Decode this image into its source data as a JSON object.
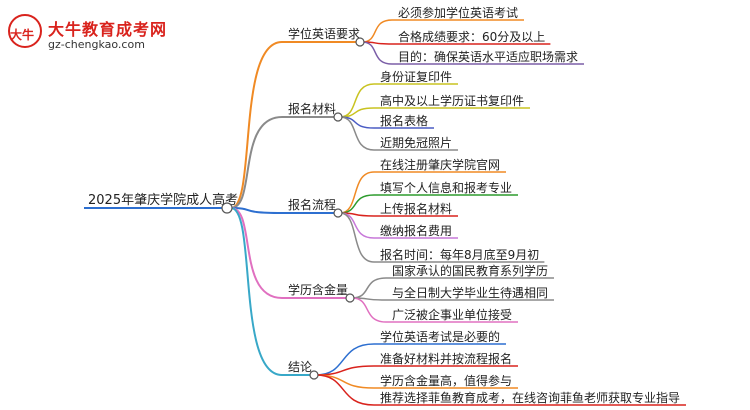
{
  "logo": {
    "title": "大牛教育成考网",
    "url": "gz-chengkao.com",
    "mark_text": "大牛"
  },
  "root": {
    "label": "2025年肇庆学院成人高考"
  },
  "branches": [
    {
      "label": "学位英语要求",
      "color": "#f08a24",
      "children": [
        {
          "label": "必须参加学位英语考试",
          "color": "#f08a24"
        },
        {
          "label": "合格成绩要求：60分及以上",
          "color": "#d9231d"
        },
        {
          "label": "目的：确保英语水平适应职场需求",
          "color": "#7b5ea7"
        }
      ]
    },
    {
      "label": "报名材料",
      "color": "#8a8a8a",
      "children": [
        {
          "label": "身份证复印件",
          "color": "#c9c321"
        },
        {
          "label": "高中及以上学历证书复印件",
          "color": "#c9c321"
        },
        {
          "label": "报名表格",
          "color": "#4a5cc4"
        },
        {
          "label": "近期免冠照片",
          "color": "#8a8a8a"
        }
      ]
    },
    {
      "label": "报名流程",
      "color": "#2d6fd0",
      "children": [
        {
          "label": "在线注册肇庆学院官网",
          "color": "#f08a24"
        },
        {
          "label": "填写个人信息和报考专业",
          "color": "#2d9b2d"
        },
        {
          "label": "上传报名材料",
          "color": "#d9231d"
        },
        {
          "label": "缴纳报名费用",
          "color": "#c778d9"
        },
        {
          "label": "报名时间：每年8月底至9月初",
          "color": "#8a8a8a"
        }
      ]
    },
    {
      "label": "学历含金量",
      "color": "#e070c0",
      "children": [
        {
          "label": "国家承认的国民教育系列学历",
          "color": "#8a8a8a"
        },
        {
          "label": "与全日制大学毕业生待遇相同",
          "color": "#8a8a8a"
        },
        {
          "label": "广泛被企事业单位接受",
          "color": "#e070c0"
        }
      ]
    },
    {
      "label": "结论",
      "color": "#38a8c8",
      "children": [
        {
          "label": "学位英语考试是必要的",
          "color": "#2d6fd0"
        },
        {
          "label": "准备好材料并按流程报名",
          "color": "#d9231d"
        },
        {
          "label": "学历含金量高，值得参与",
          "color": "#f08a24"
        },
        {
          "label": "推荐选择菲鱼教育成考，在线咨询菲鱼老师获取专业指导",
          "color": "#d9231d"
        }
      ]
    }
  ],
  "colors": {
    "root_underline": "#2d6fd0",
    "node_fill": "#ffffff"
  }
}
